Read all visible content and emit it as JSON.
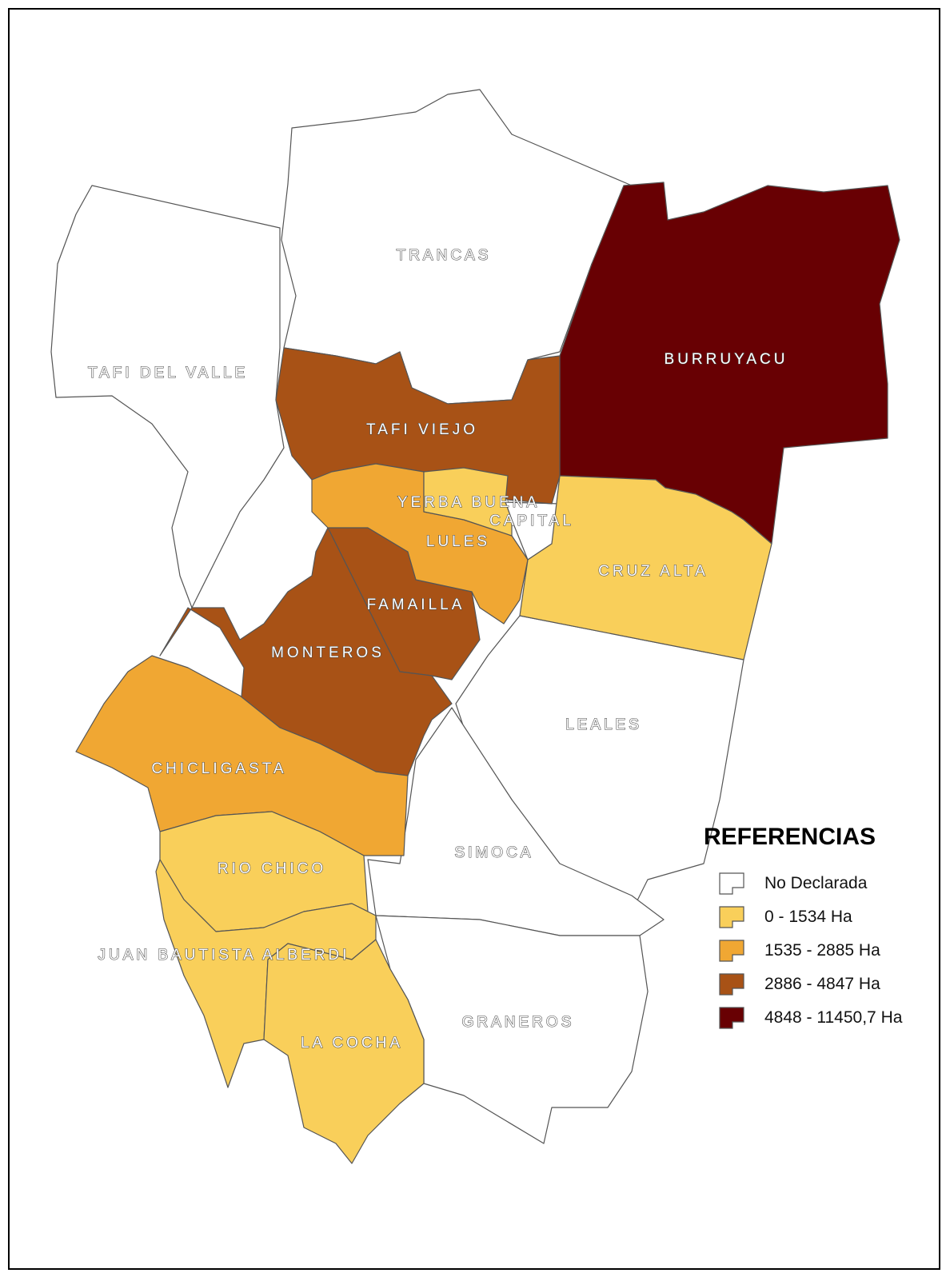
{
  "departments": [
    {
      "id": "trancas",
      "name": "TRANCAS",
      "class": "No Declarada"
    },
    {
      "id": "burruyacu",
      "name": "BURRUYACU",
      "class": "4848 - 11450,7 Ha"
    },
    {
      "id": "tafi-del-valle",
      "name": "TAFI DEL VALLE",
      "class": "No Declarada"
    },
    {
      "id": "tafi-viejo",
      "name": "TAFI VIEJO",
      "class": "2886 - 4847 Ha"
    },
    {
      "id": "yerba-buena",
      "name": "YERBA BUENA",
      "class": "0 - 1534 Ha"
    },
    {
      "id": "capital",
      "name": "CAPITAL",
      "class": "No Declarada"
    },
    {
      "id": "lules",
      "name": "LULES",
      "class": "1535 - 2885 Ha"
    },
    {
      "id": "cruz-alta",
      "name": "CRUZ ALTA",
      "class": "0 - 1534 Ha"
    },
    {
      "id": "famailla",
      "name": "FAMAILLA",
      "class": "2886 - 4847 Ha"
    },
    {
      "id": "monteros",
      "name": "MONTEROS",
      "class": "2886 - 4847 Ha"
    },
    {
      "id": "leales",
      "name": "LEALES",
      "class": "No Declarada"
    },
    {
      "id": "chicligasta",
      "name": "CHICLIGASTA",
      "class": "1535 - 2885 Ha"
    },
    {
      "id": "simoca",
      "name": "SIMOCA",
      "class": "No Declarada"
    },
    {
      "id": "rio-chico",
      "name": "RIO CHICO",
      "class": "0 - 1534 Ha"
    },
    {
      "id": "juan-bautista-alberdi",
      "name": "JUAN BAUTISTA ALBERDI",
      "class": "0 - 1534 Ha"
    },
    {
      "id": "graneros",
      "name": "GRANEROS",
      "class": "No Declarada"
    },
    {
      "id": "la-cocha",
      "name": "LA COCHA",
      "class": "0 - 1534 Ha"
    }
  ],
  "legend": {
    "title": "REFERENCIAS",
    "items": [
      {
        "label": "No Declarada",
        "color": "#ffffff"
      },
      {
        "label": "0 - 1534 Ha",
        "color": "#f9cf5a"
      },
      {
        "label": "1535 - 2885 Ha",
        "color": "#f0a733"
      },
      {
        "label": "2886 - 4847 Ha",
        "color": "#a85216"
      },
      {
        "label": "4848 - 11450,7 Ha",
        "color": "#680003"
      }
    ]
  }
}
